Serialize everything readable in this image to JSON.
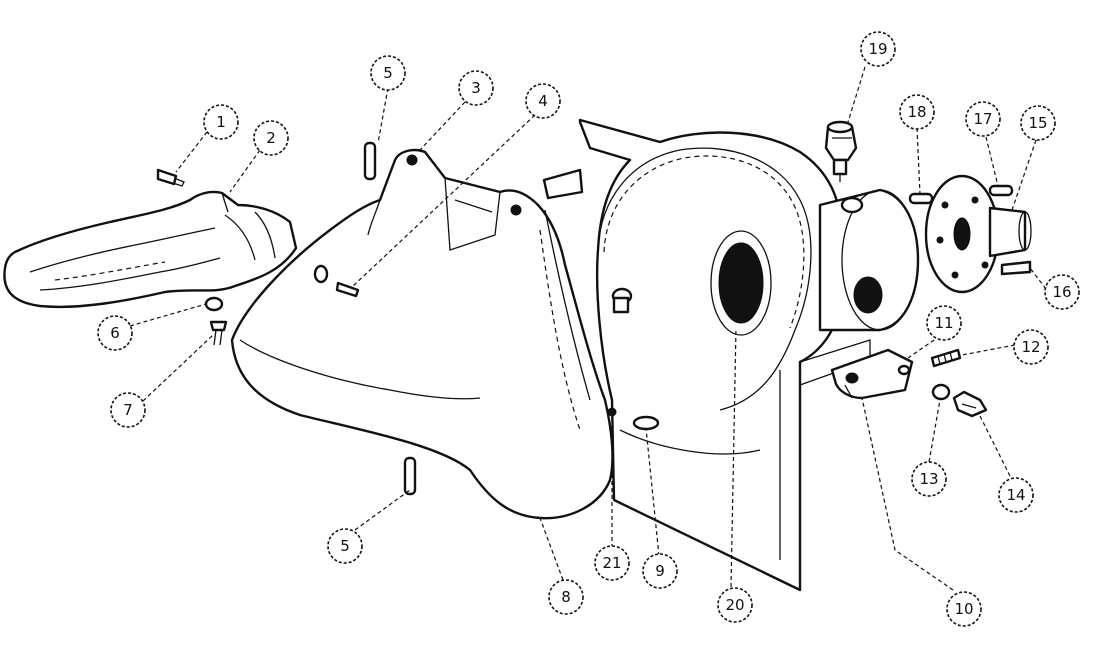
{
  "callouts": [
    {
      "id": "c1",
      "label": "1"
    },
    {
      "id": "c2",
      "label": "2"
    },
    {
      "id": "c3",
      "label": "5"
    },
    {
      "id": "c4",
      "label": "3"
    },
    {
      "id": "c5",
      "label": "4"
    },
    {
      "id": "c6",
      "label": "6"
    },
    {
      "id": "c7",
      "label": "7"
    },
    {
      "id": "c8",
      "label": "5"
    },
    {
      "id": "c9",
      "label": "8"
    },
    {
      "id": "c10",
      "label": "21"
    },
    {
      "id": "c11",
      "label": "9"
    },
    {
      "id": "c12",
      "label": "20"
    },
    {
      "id": "c13",
      "label": "10"
    },
    {
      "id": "c14",
      "label": "19"
    },
    {
      "id": "c15",
      "label": "18"
    },
    {
      "id": "c16",
      "label": "17"
    },
    {
      "id": "c17",
      "label": "15"
    },
    {
      "id": "c18",
      "label": "16"
    },
    {
      "id": "c19",
      "label": "11"
    },
    {
      "id": "c20",
      "label": "12"
    },
    {
      "id": "c21",
      "label": "13"
    },
    {
      "id": "c22",
      "label": "14"
    }
  ]
}
